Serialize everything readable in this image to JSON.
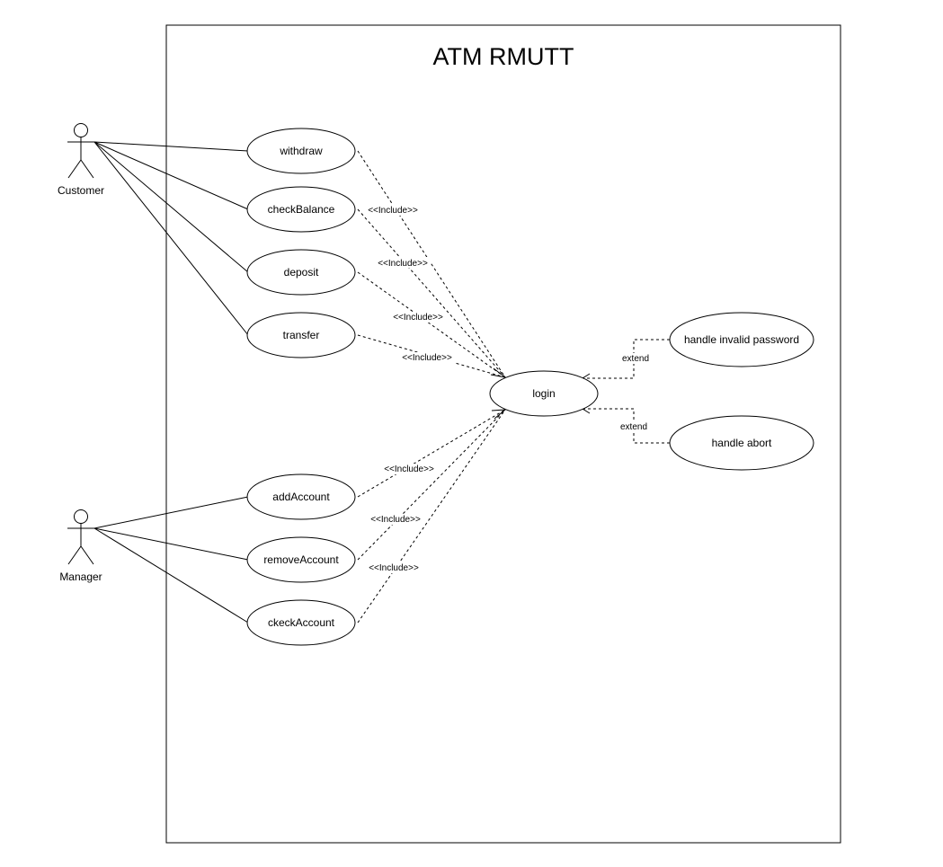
{
  "system": {
    "title": "ATM RMUTT"
  },
  "actors": {
    "customer": {
      "label": "Customer"
    },
    "manager": {
      "label": "Manager"
    }
  },
  "use_cases": {
    "withdraw": "withdraw",
    "check_balance": "checkBalance",
    "deposit": "deposit",
    "transfer": "transfer",
    "login": "login",
    "handle_invalid_password": "handle invalid password",
    "handle_abort": "handle abort",
    "add_account": "addAccount",
    "remove_account": "removeAccount",
    "check_account": "ckeckAccount"
  },
  "relations": {
    "include": "<<Include>>",
    "extend": "extend"
  }
}
